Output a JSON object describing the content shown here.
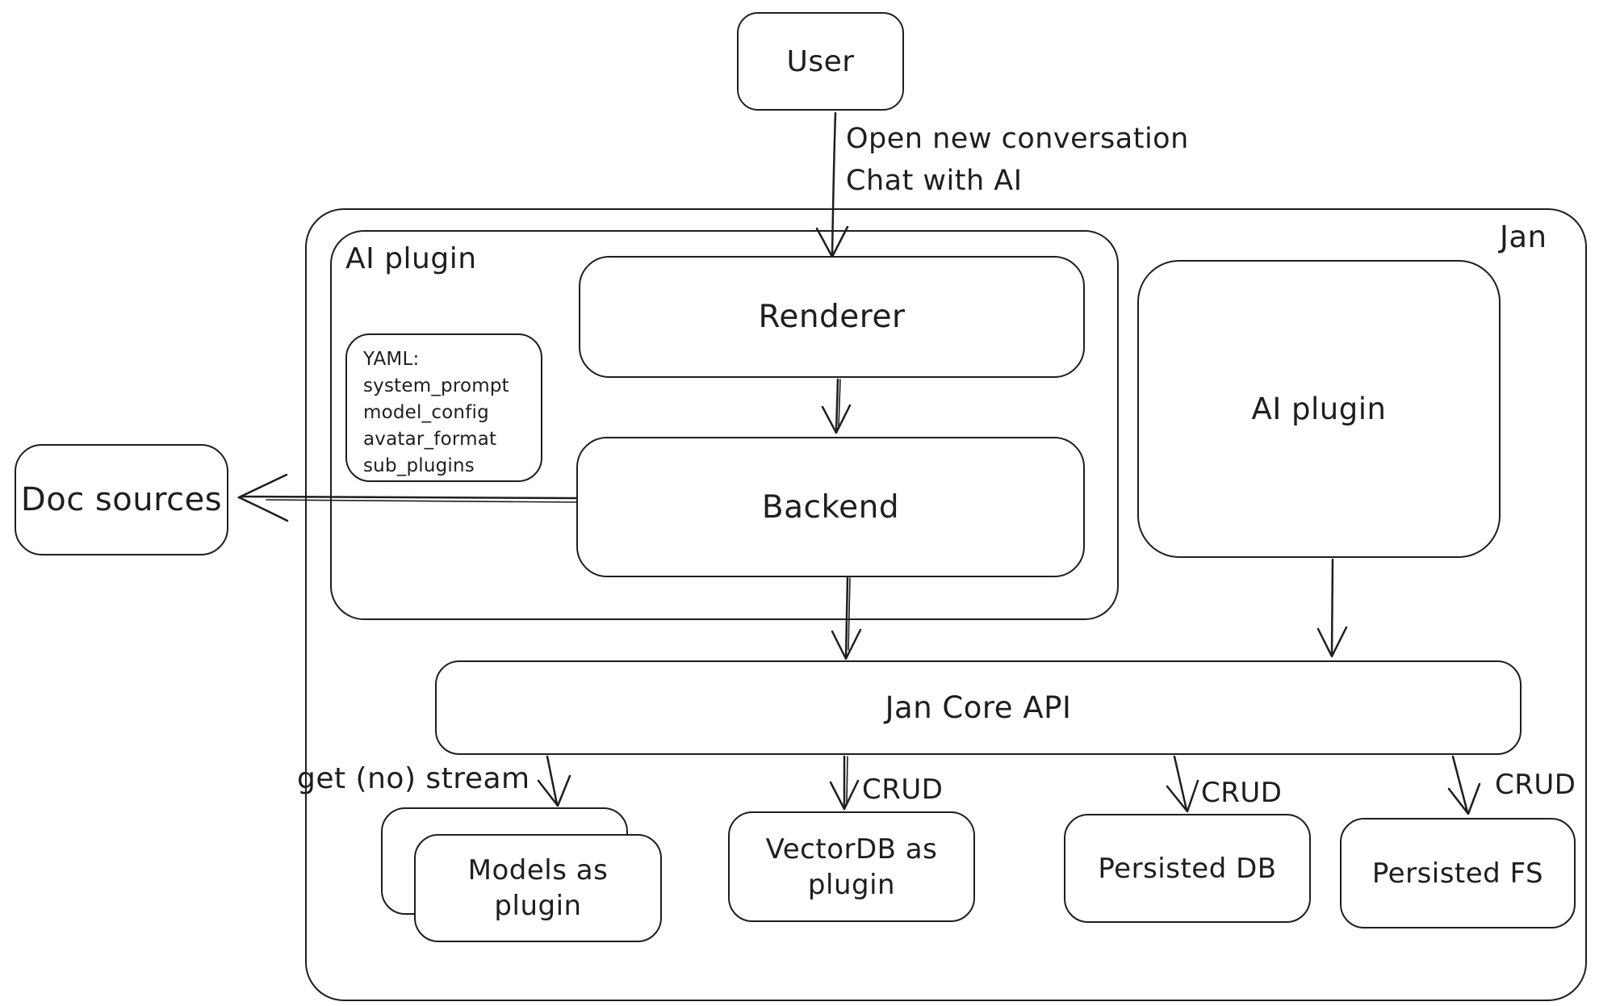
{
  "diagram": {
    "background": "#ffffff",
    "stroke_color": "#1e1e1e",
    "nodes": {
      "user": {
        "label": "User"
      },
      "jan_container": {
        "label": "Jan"
      },
      "ai_plugin_container": {
        "label": "AI plugin"
      },
      "yaml_note": {
        "title": "YAML:",
        "lines": [
          "system_prompt",
          "model_config",
          "avatar_format",
          "sub_plugins"
        ]
      },
      "renderer": {
        "label": "Renderer"
      },
      "backend": {
        "label": "Backend"
      },
      "doc_sources": {
        "label": "Doc sources"
      },
      "ai_plugin": {
        "label": "AI plugin"
      },
      "jan_core_api": {
        "label": "Jan Core API"
      },
      "models_as_plugin": {
        "label": "Models as plugin"
      },
      "vectordb_as_plugin": {
        "label": "VectorDB as plugin"
      },
      "persisted_db": {
        "label": "Persisted DB"
      },
      "persisted_fs": {
        "label": "Persisted FS"
      }
    },
    "edge_labels": {
      "user_action_line1": "Open new conversation",
      "user_action_line2": "Chat with AI",
      "get_no_stream": "get (no) stream",
      "crud_vectordb": "CRUD",
      "crud_db": "CRUD",
      "crud_fs": "CRUD"
    }
  }
}
